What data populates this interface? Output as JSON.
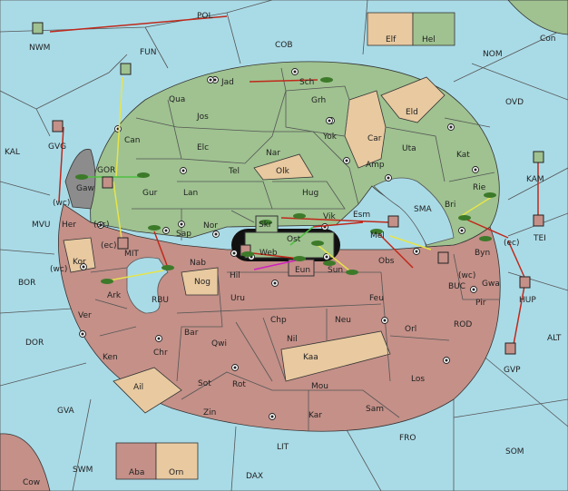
{
  "map": {
    "sea_labels": [
      {
        "id": "POL",
        "text": "POL"
      },
      {
        "id": "COB",
        "text": "COB"
      },
      {
        "id": "NOM",
        "text": "NOM"
      },
      {
        "id": "FUN",
        "text": "FUN"
      },
      {
        "id": "NWM",
        "text": "NWM"
      },
      {
        "id": "KAL",
        "text": "KAL"
      },
      {
        "id": "OVD",
        "text": "OVD"
      },
      {
        "id": "Con",
        "text": "Con"
      },
      {
        "id": "MVU",
        "text": "MVU"
      },
      {
        "id": "BOR",
        "text": "BOR"
      },
      {
        "id": "DOR",
        "text": "DOR"
      },
      {
        "id": "GVA",
        "text": "GVA"
      },
      {
        "id": "SWM",
        "text": "SWM"
      },
      {
        "id": "LIT",
        "text": "LIT"
      },
      {
        "id": "DAX",
        "text": "DAX"
      },
      {
        "id": "FRO",
        "text": "FRO"
      },
      {
        "id": "SOM",
        "text": "SOM"
      },
      {
        "id": "ALT",
        "text": "ALT"
      },
      {
        "id": "ROD",
        "text": "ROD"
      },
      {
        "id": "BUC",
        "text": "BUC"
      },
      {
        "id": "SMA",
        "text": "SMA"
      },
      {
        "id": "MIT",
        "text": "MIT"
      },
      {
        "id": "RBU",
        "text": "RBU"
      },
      {
        "id": "GOR",
        "text": "GOR"
      },
      {
        "id": "KAM",
        "text": "KAM"
      },
      {
        "id": "TEI",
        "text": "TEI"
      },
      {
        "id": "GVG",
        "text": "GVG"
      },
      {
        "id": "GVP",
        "text": "GVP"
      },
      {
        "id": "HUP",
        "text": "HUP"
      }
    ],
    "green_labels": [
      {
        "id": "Jad",
        "text": "Jad"
      },
      {
        "id": "Sch",
        "text": "Sch"
      },
      {
        "id": "Qua",
        "text": "Qua"
      },
      {
        "id": "Grh",
        "text": "Grh"
      },
      {
        "id": "Jos",
        "text": "Jos"
      },
      {
        "id": "Eld",
        "text": "Eld"
      },
      {
        "id": "Can",
        "text": "Can"
      },
      {
        "id": "Car",
        "text": "Car"
      },
      {
        "id": "Yok",
        "text": "Yok"
      },
      {
        "id": "Elc",
        "text": "Elc"
      },
      {
        "id": "Nar",
        "text": "Nar"
      },
      {
        "id": "Uta",
        "text": "Uta"
      },
      {
        "id": "Kat",
        "text": "Kat"
      },
      {
        "id": "Tel",
        "text": "Tel"
      },
      {
        "id": "Olk",
        "text": "Olk"
      },
      {
        "id": "Amp",
        "text": "Amp"
      },
      {
        "id": "Gur",
        "text": "Gur"
      },
      {
        "id": "Lan",
        "text": "Lan"
      },
      {
        "id": "Hug",
        "text": "Hug"
      },
      {
        "id": "Rie",
        "text": "Rie"
      },
      {
        "id": "Bri",
        "text": "Bri"
      },
      {
        "id": "Nor",
        "text": "Nor"
      },
      {
        "id": "Esm",
        "text": "Esm"
      },
      {
        "id": "Vik",
        "text": "Vik"
      },
      {
        "id": "Sap",
        "text": "Sap"
      },
      {
        "id": "Skr",
        "text": "Skr"
      },
      {
        "id": "Ost",
        "text": "Ost"
      },
      {
        "id": "Mel",
        "text": "Mel"
      },
      {
        "id": "Gaw",
        "text": "Gaw"
      }
    ],
    "red_labels": [
      {
        "id": "Her",
        "text": "Her"
      },
      {
        "id": "Kor",
        "text": "Kor"
      },
      {
        "id": "Nab",
        "text": "Nab"
      },
      {
        "id": "Web",
        "text": "Web"
      },
      {
        "id": "Eun",
        "text": "Eun"
      },
      {
        "id": "Sun",
        "text": "Sun"
      },
      {
        "id": "Obs",
        "text": "Obs"
      },
      {
        "id": "Byn",
        "text": "Byn"
      },
      {
        "id": "Gwa",
        "text": "Gwa"
      },
      {
        "id": "Hil",
        "text": "Hil"
      },
      {
        "id": "Nog",
        "text": "Nog"
      },
      {
        "id": "Ark",
        "text": "Ark"
      },
      {
        "id": "Uru",
        "text": "Uru"
      },
      {
        "id": "Feu",
        "text": "Feu"
      },
      {
        "id": "Pir",
        "text": "Pir"
      },
      {
        "id": "Ver",
        "text": "Ver"
      },
      {
        "id": "Chp",
        "text": "Chp"
      },
      {
        "id": "Neu",
        "text": "Neu"
      },
      {
        "id": "Orl",
        "text": "Orl"
      },
      {
        "id": "Bar",
        "text": "Bar"
      },
      {
        "id": "Qwi",
        "text": "Qwi"
      },
      {
        "id": "Nil",
        "text": "Nil"
      },
      {
        "id": "Ken",
        "text": "Ken"
      },
      {
        "id": "Chr",
        "text": "Chr"
      },
      {
        "id": "Kaa",
        "text": "Kaa"
      },
      {
        "id": "Ail",
        "text": "Ail"
      },
      {
        "id": "Sot",
        "text": "Sot"
      },
      {
        "id": "Rot",
        "text": "Rot"
      },
      {
        "id": "Mou",
        "text": "Mou"
      },
      {
        "id": "Los",
        "text": "Los"
      },
      {
        "id": "Zin",
        "text": "Zin"
      },
      {
        "id": "Kar",
        "text": "Kar"
      },
      {
        "id": "Sam",
        "text": "Sam"
      }
    ],
    "coast_labels": [
      {
        "id": "wc1",
        "text": "(wc)"
      },
      {
        "id": "ec1",
        "text": "(ec)"
      },
      {
        "id": "ec2",
        "text": "(ec)"
      },
      {
        "id": "wc2",
        "text": "(wc)"
      },
      {
        "id": "wc3",
        "text": "(wc)"
      },
      {
        "id": "ec3",
        "text": "(ec)"
      }
    ],
    "legend_top": {
      "left": "Elf",
      "right": "Hel"
    },
    "legend_bottom": {
      "left": "Aba",
      "right": "Orn"
    },
    "corner_bl": "Cow",
    "colors": {
      "sea": "#a9dbe7",
      "green": "#9fc290",
      "red": "#c49088",
      "tan": "#e8c9a0",
      "gray": "#8c8c8c"
    }
  }
}
